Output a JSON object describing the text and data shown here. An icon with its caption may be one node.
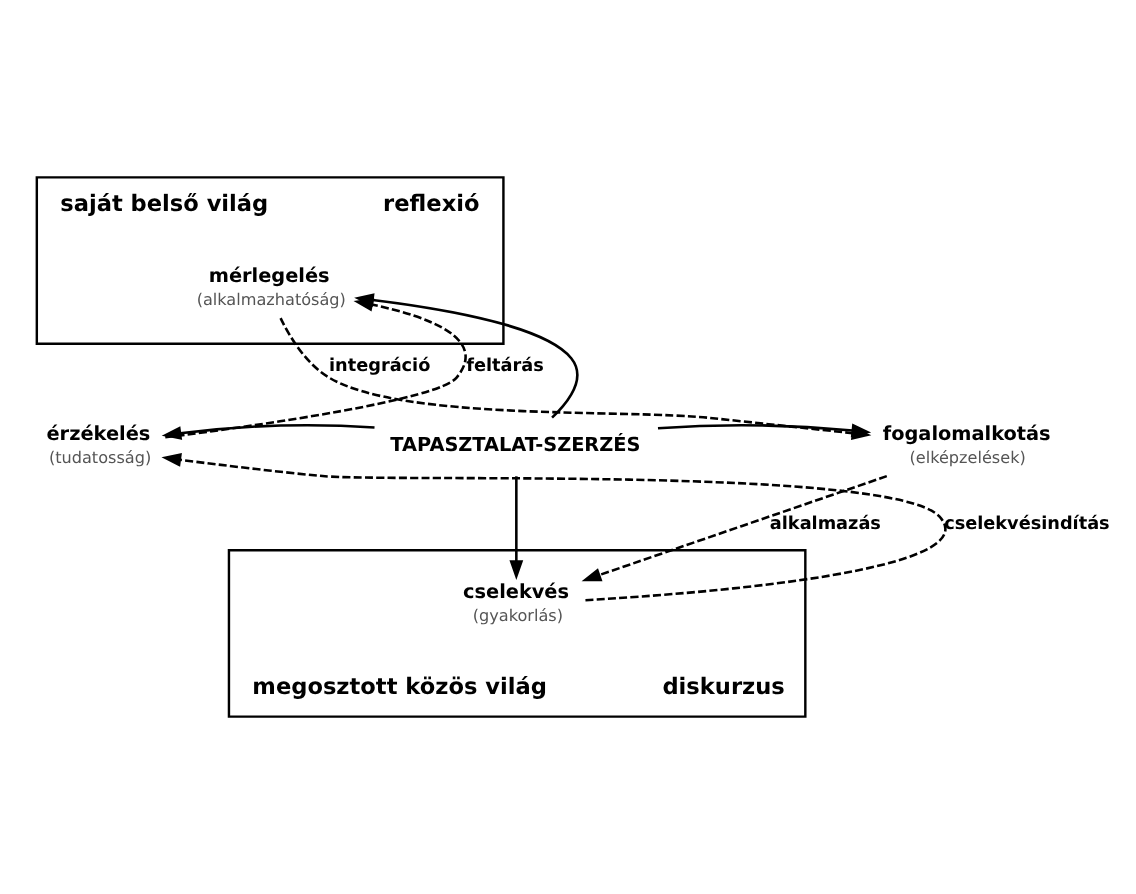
{
  "diagram": {
    "nodes": [
      {
        "text": [
          "saját belső világ",
          "reflexió"
        ]
      },
      {
        "text": [
          "mérlegelés",
          "(alkalmazhatóság)"
        ],
        "in": 0
      },
      {
        "text": [
          "érzékelés",
          "(tudatosság)"
        ]
      },
      {
        "text": [
          "TAPASZTALAT-SZERZÉS"
        ]
      },
      {
        "text": [
          "fogalomalkotás",
          "(elképzelések)"
        ]
      },
      {
        "text": [
          "megosztott közös világ",
          "diskurzus"
        ]
      },
      {
        "text": [
          "cselekvés",
          "(gyakorlás)"
        ],
        "in": 5
      }
    ],
    "edges": [
      {
        "from": 3,
        "to": 1,
        "arrow": "to"
      },
      {
        "from": 3,
        "to": 2,
        "arrow": "to"
      },
      {
        "from": 3,
        "to": 4,
        "arrow": "to"
      },
      {
        "from": 3,
        "to": 6,
        "arrow": "to"
      },
      {
        "from": 2,
        "to": 1,
        "arrow": "to",
        "style": "dashed",
        "label": "feltárás"
      },
      {
        "from": 1,
        "to": 4,
        "arrow": "to",
        "style": "dashed",
        "label": "integráció"
      },
      {
        "from": 4,
        "to": 6,
        "arrow": "to",
        "style": "dashed",
        "label": "alkalmazás"
      },
      {
        "from": 6,
        "to": 2,
        "arrow": "to",
        "style": "dashed",
        "label": "cselekvésindítás"
      }
    ]
  }
}
